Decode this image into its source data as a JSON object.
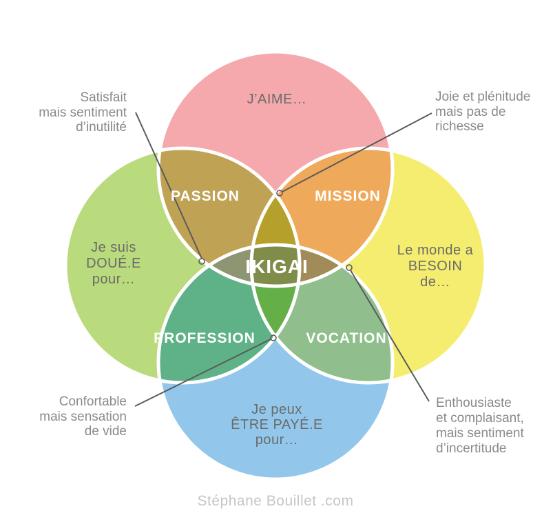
{
  "title": "Diagramme Ikigai",
  "colors": {
    "background": "#FFFFFF",
    "love_circle": "#F5A9AD",
    "talent_circle": "#B9DA7D",
    "need_circle": "#F5ED70",
    "paid_circle": "#92C7EB",
    "passion_region": "#BFA254",
    "mission_region": "#EFA95B",
    "profession_region": "#5FB287",
    "vocation_region": "#90BF8D",
    "petal_top_region": "#B5A02B",
    "petal_left_region": "#8D9572",
    "petal_right_region": "#A18B59",
    "petal_bottom_region": "#64AF48",
    "ikigai_region": "#7F8C4A",
    "outline": "#FFFFFF",
    "leader_line": "#5A5A5A",
    "circle_label_text": "#6A6A6A",
    "overlap_label_text": "#FFFFFF",
    "annotation_text": "#8A8A8A",
    "footer_text": "#C6C6C6"
  },
  "circles": {
    "love": {
      "lines": [
        "J’AIME…"
      ]
    },
    "talent": {
      "lines": [
        "Je suis",
        "DOUÉ.E",
        "pour…"
      ]
    },
    "need": {
      "lines": [
        "Le monde a",
        "BESOIN",
        "de…"
      ]
    },
    "paid": {
      "lines": [
        "Je peux",
        "ÊTRE PAYÉ.E",
        "pour…"
      ]
    }
  },
  "overlaps": {
    "passion": "PASSION",
    "mission": "MISSION",
    "profession": "PROFESSION",
    "vocation": "VOCATION"
  },
  "center": {
    "label": "IKIGAI"
  },
  "annotations": {
    "top_left": {
      "lines": [
        "Satisfait",
        "mais sentiment",
        "d’inutilité"
      ]
    },
    "top_right": {
      "lines": [
        "Joie et plénitude",
        "mais pas de",
        "richesse"
      ]
    },
    "bottom_left": {
      "lines": [
        "Confortable",
        "mais sensation",
        "de vide"
      ]
    },
    "bottom_right": {
      "lines": [
        "Enthousiaste",
        "et complaisant,",
        "mais sentiment",
        "d’incertitude"
      ]
    }
  },
  "footer": {
    "credit": "Stéphane Bouillet .com"
  }
}
